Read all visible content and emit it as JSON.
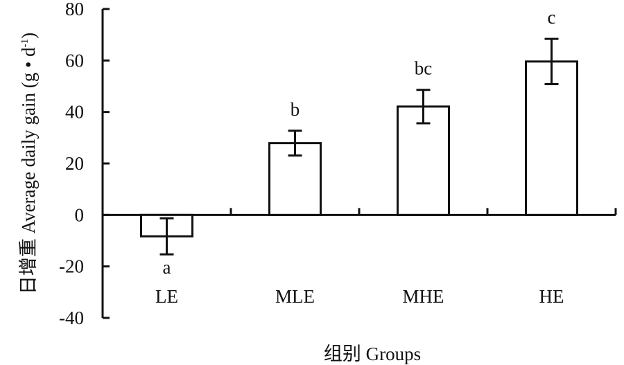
{
  "chart_data": {
    "type": "bar",
    "title": "",
    "xlabel": "组别 Groups",
    "ylabel": "日增重 Average daily gain (g • d",
    "ylabel_superscript": "-1",
    "ylabel_close": ")",
    "categories": [
      "LE",
      "MLE",
      "MHE",
      "HE"
    ],
    "values": [
      -8.3,
      27.9,
      42.1,
      59.6
    ],
    "errors": [
      7.0,
      4.8,
      6.5,
      8.8
    ],
    "significance_labels": [
      "a",
      "b",
      "bc",
      "c"
    ],
    "ylim": [
      -40,
      80
    ],
    "yticks": [
      80,
      60,
      40,
      20,
      0,
      -20,
      -40
    ],
    "grid": false,
    "colors": {
      "bar_fill": "#ffffff",
      "stroke": "#111111"
    }
  }
}
